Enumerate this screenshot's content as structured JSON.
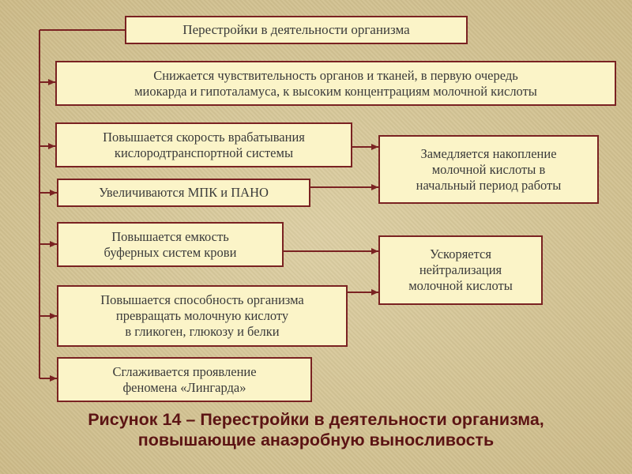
{
  "diagram": {
    "title": "Перестройки в деятельности организма",
    "boxes": [
      {
        "id": "b1",
        "text": "Снижается чувствительность органов и тканей, в первую очередь\nмиокарда и гипоталамуса, к высоким концентрациям молочной кислоты"
      },
      {
        "id": "b2",
        "text": "Повышается скорость врабатывания\nкислородтранспортной системы"
      },
      {
        "id": "b3",
        "text": "Увеличиваются МПК  и ПАНО"
      },
      {
        "id": "b4",
        "text": "Повышается емкость\nбуферных систем крови"
      },
      {
        "id": "b5",
        "text": "Повышается способность организма\nпревращать молочную кислоту\nв гликоген, глюкозу и белки"
      },
      {
        "id": "b6",
        "text": "Сглаживается проявление\nфеномена «Лингарда»"
      }
    ],
    "results": [
      {
        "id": "r1",
        "text": "Замедляется накопление\nмолочной кислоты в\nначальный период работы"
      },
      {
        "id": "r2",
        "text": "Ускоряется\nнейтрализация\nмолочной кислоты"
      }
    ],
    "colors": {
      "line": "#7a2222",
      "box_fill": "#fbf4c8",
      "caption": "#5c1414"
    }
  },
  "caption": {
    "line1": "Рисунок 14 – Перестройки в деятельности организма,",
    "line2": "повышающие анаэробную выносливость"
  }
}
